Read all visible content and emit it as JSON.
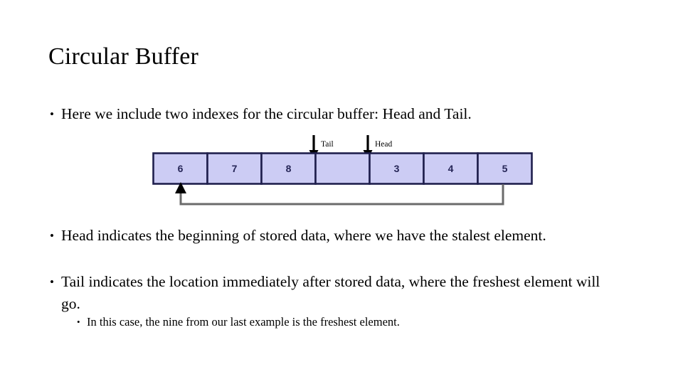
{
  "slide": {
    "title": "Circular Buffer",
    "bullet_char": "•",
    "bullets": [
      {
        "level": 1,
        "text": "Here we include two indexes for the circular buffer: Head and Tail."
      },
      {
        "level": 1,
        "text": "Head indicates the beginning of stored data, where we have the stalest element."
      },
      {
        "level": 1,
        "text": "Tail indicates the location immediately after stored data, where the freshest element will go."
      },
      {
        "level": 2,
        "text": "In this case, the nine from our last example is the freshest element."
      }
    ]
  },
  "diagram": {
    "name": "circular-buffer-diagram",
    "cells": [
      {
        "value": "6",
        "empty": false
      },
      {
        "value": "7",
        "empty": false
      },
      {
        "value": "8",
        "empty": false
      },
      {
        "value": "",
        "empty": true
      },
      {
        "value": "3",
        "empty": false
      },
      {
        "value": "4",
        "empty": false
      },
      {
        "value": "5",
        "empty": false
      }
    ],
    "pointers": [
      {
        "label": "Tail",
        "cell_index": 3
      },
      {
        "label": "Head",
        "cell_index": 4
      }
    ],
    "wrap_arrow": {
      "from_cell_index": 6,
      "to_cell_index": 0,
      "description": "wrap-around from last cell back to first cell"
    },
    "colors": {
      "cell_fill": "#ccccf4",
      "cell_border": "#1f1f4d",
      "digit": "#262657",
      "pointer_arrow": "#000000",
      "wrap_arrow": "#6b6b6b",
      "background": "#ffffff"
    }
  }
}
